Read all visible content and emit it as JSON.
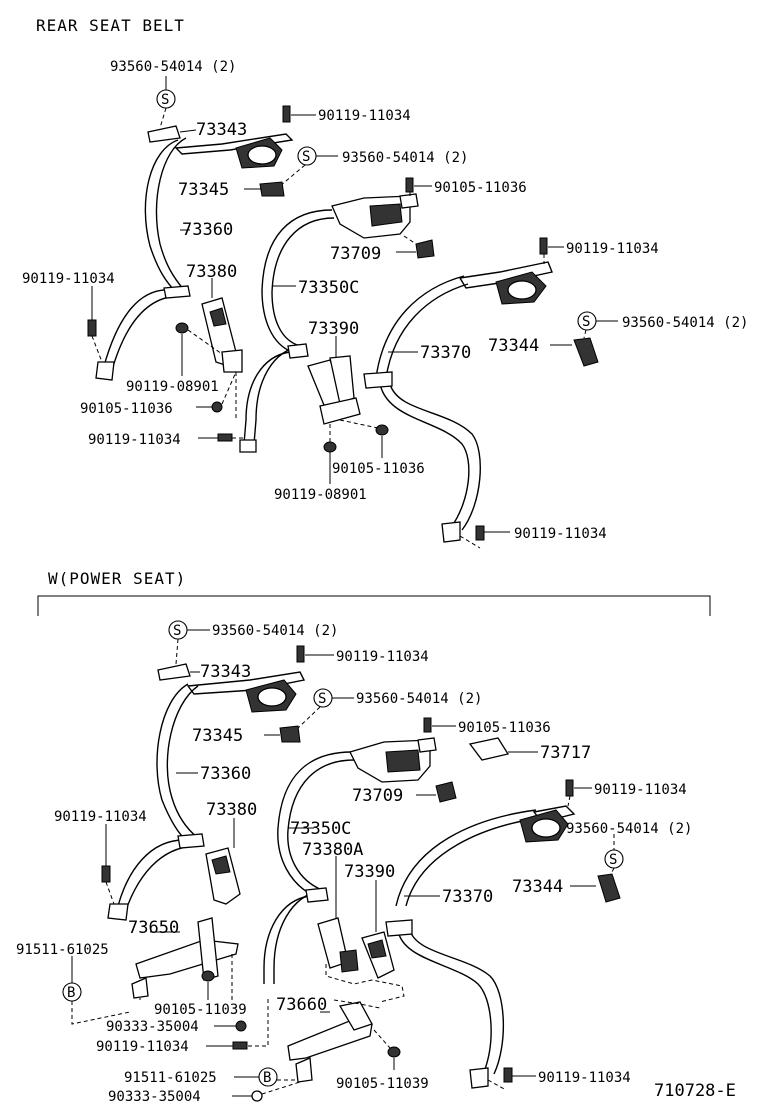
{
  "top_title": "REAR SEAT BELT",
  "power_title": "W(POWER SEAT)",
  "figure_code": "710728-E",
  "marks": {
    "s": "S",
    "b": "B"
  },
  "top_labels": [
    "93560-54014 (2)",
    "73343",
    "90119-11034",
    "93560-54014 (2)",
    "73345",
    "90105-11036",
    "73360",
    "73709",
    "90119-11034",
    "90119-11034",
    "73380",
    "73350C",
    "93560-54014 (2)",
    "73390",
    "73344",
    "73370",
    "90119-08901",
    "90105-11036",
    "90119-11034",
    "90105-11036",
    "90119-08901",
    "90119-11034"
  ],
  "bottom_labels": [
    "93560-54014 (2)",
    "90119-11034",
    "73343",
    "93560-54014 (2)",
    "73345",
    "90105-11036",
    "73717",
    "73360",
    "73709",
    "90119-11034",
    "73380",
    "90119-11034",
    "73350C",
    "93560-54014 (2)",
    "73380A",
    "73390",
    "73344",
    "73370",
    "73650",
    "91511-61025",
    "90105-11039",
    "73660",
    "90333-35004",
    "90119-11034",
    "90105-11039",
    "91511-61025",
    "90119-11034",
    "90333-35004"
  ]
}
